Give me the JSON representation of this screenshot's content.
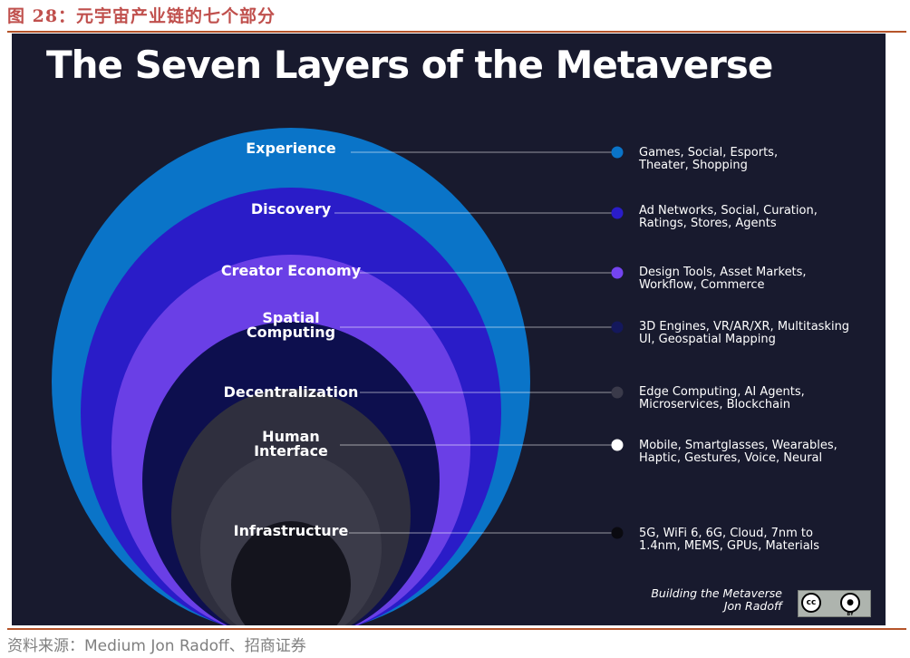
{
  "figure": {
    "caption": "图 28：元宇宙产业链的七个部分",
    "source": "资料来源：Medium   Jon Radoff、招商证券"
  },
  "diagram": {
    "title": "The Seven Layers of the Metaverse",
    "layers": [
      {
        "name": "Experience",
        "color": "#0a74c8",
        "dot_color": "#0a74c8",
        "description": "Games, Social, Esports, Theater, Shopping"
      },
      {
        "name": "Discovery",
        "color": "#2a1cc8",
        "dot_color": "#2a1cc8",
        "description": "Ad Networks, Social, Curation, Ratings, Stores, Agents"
      },
      {
        "name": "Creator Economy",
        "color": "#6a3fe6",
        "dot_color": "#7444f0",
        "description": "Design Tools, Asset Markets, Workflow, Commerce"
      },
      {
        "name": "Spatial Computing",
        "color": "#0d0f4e",
        "dot_color": "#14185c",
        "description": "3D Engines, VR/AR/XR, Multitasking UI, Geospatial Mapping"
      },
      {
        "name": "Decentralization",
        "color": "#2f2f3e",
        "dot_color": "#3a3a4a",
        "description": "Edge Computing, AI Agents, Microservices, Blockchain"
      },
      {
        "name": "Human Interface",
        "color": "#3b3b49",
        "dot_color": "#ffffff",
        "description": "Mobile, Smartglasses, Wearables, Haptic, Gestures, Voice, Neural"
      },
      {
        "name": "Infrastructure",
        "color": "#14141d",
        "dot_color": "#0a0a10",
        "description": "5G, WiFi 6, 6G, Cloud, 7nm to 1.4nm, MEMS, GPUs, Materials"
      }
    ],
    "credit_line1": "Building the Metaverse",
    "credit_line2": "Jon Radoff",
    "license": {
      "cc": "cc",
      "by": "BY",
      "icon": "creative-commons-by-icon"
    }
  },
  "colors": {
    "panel_background": "#181a2e",
    "caption": "#c0504d",
    "rule": "#b5542a",
    "source_text": "#7f7f7f"
  }
}
